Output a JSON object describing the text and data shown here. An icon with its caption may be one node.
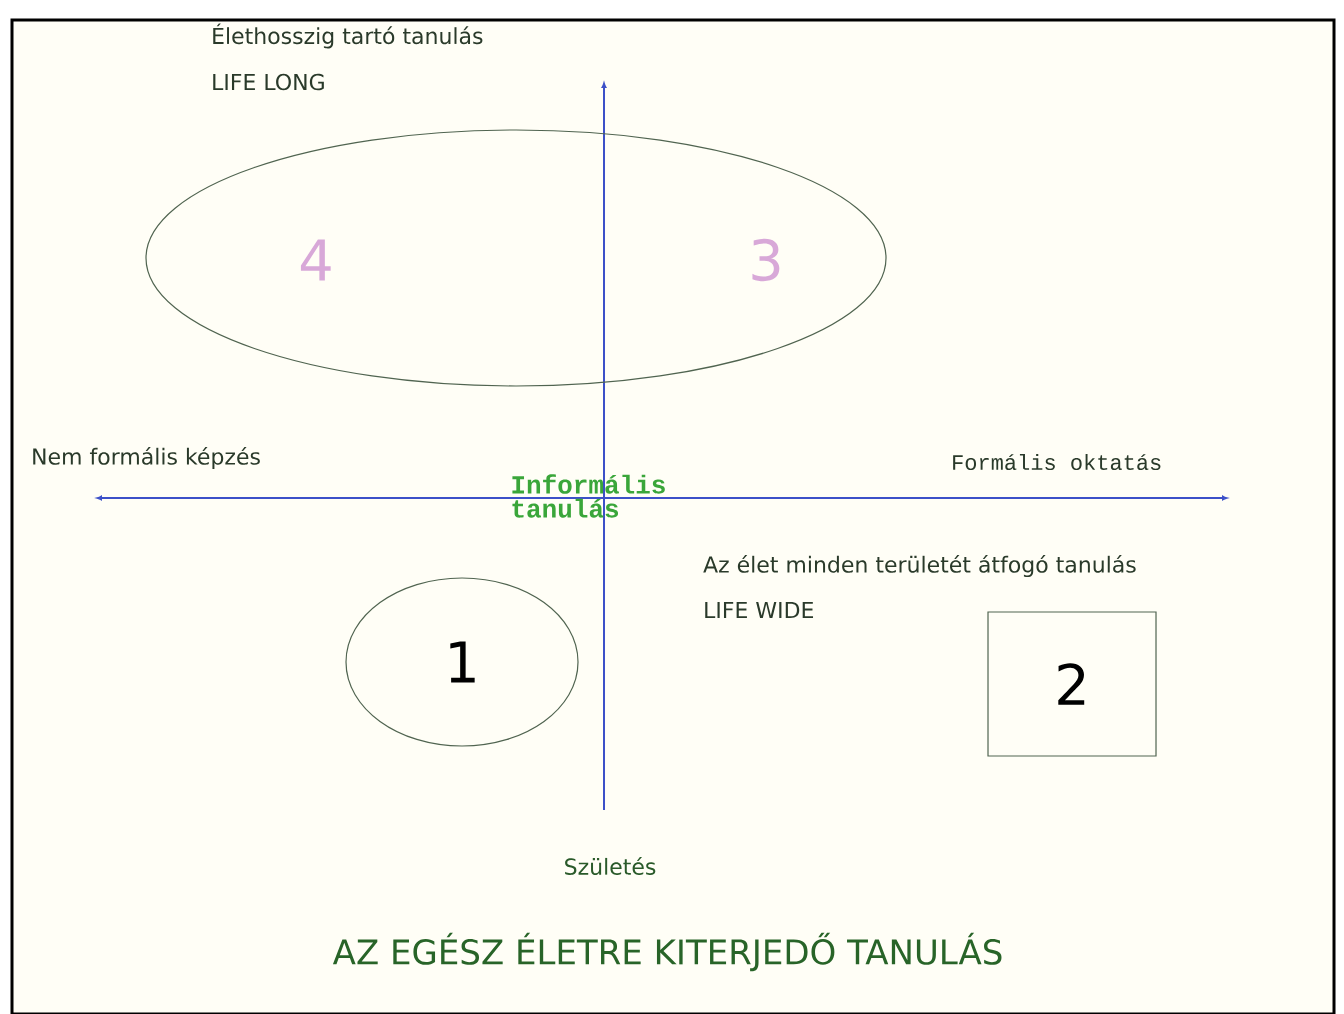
{
  "diagram": {
    "caption": "AZ EGÉSZ ÉLETRE KITERJEDŐ TANULÁS",
    "nodes": [
      {
        "text": [
          "4",
          "3"
        ]
      },
      {
        "text": [
          "1"
        ]
      },
      {
        "text": [
          "2"
        ]
      }
    ],
    "labels": [
      "Élethosszig tartó tanulás",
      "LIFE LONG",
      "Nem formális képzés",
      "Informális tanulás",
      "Formális oktatás",
      "Az élet minden területét átfogó tanulás",
      "LIFE WIDE",
      "Születés"
    ]
  }
}
